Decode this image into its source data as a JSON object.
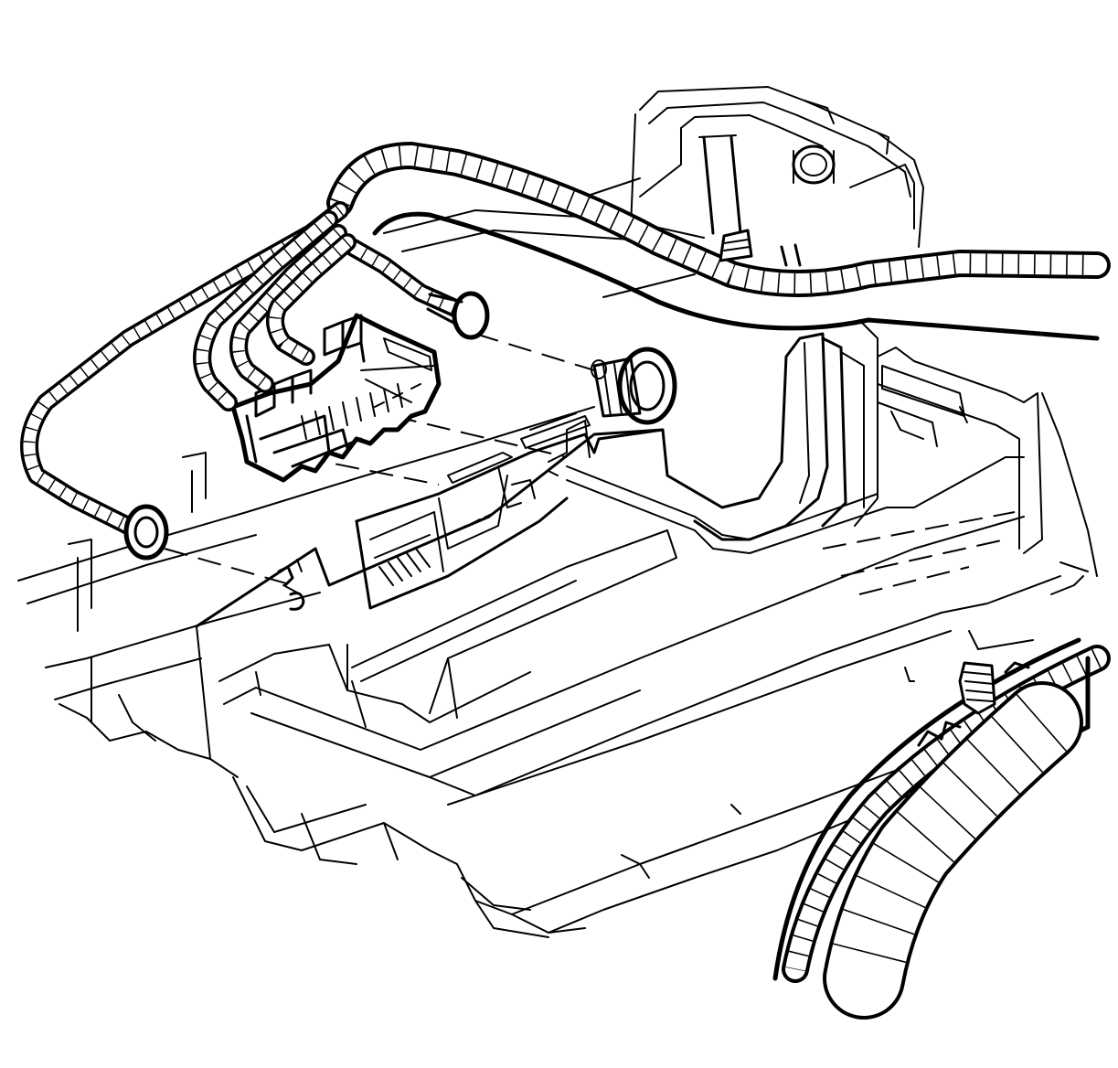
{
  "diagram": {
    "background_color": "#ffffff",
    "line_color": "#000000",
    "components": [
      "module-housing",
      "wiring-harness",
      "harness-connectors",
      "module-receptacle",
      "ground-stud",
      "lower-harness"
    ]
  }
}
